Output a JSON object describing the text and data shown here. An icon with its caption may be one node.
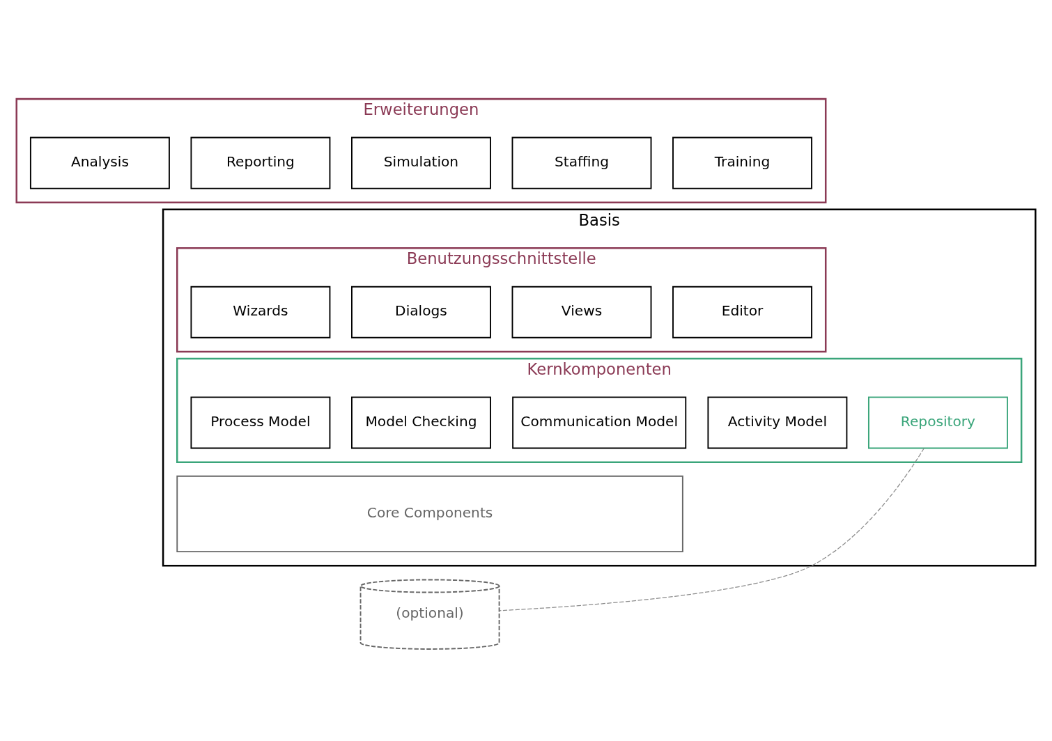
{
  "diagram": {
    "nodes": [
      {
        "text": [
          "Erweiterungen"
        ]
      },
      {
        "text": [
          "Analysis"
        ],
        "in": 0
      },
      {
        "text": [
          "Reporting"
        ],
        "in": 0
      },
      {
        "text": [
          "Simulation"
        ],
        "in": 0
      },
      {
        "text": [
          "Staffing"
        ],
        "in": 0
      },
      {
        "text": [
          "Training"
        ],
        "in": 0
      },
      {
        "text": [
          "Basis"
        ]
      },
      {
        "text": [
          "Benutzungsschnittstelle"
        ],
        "in": 6
      },
      {
        "text": [
          "Editor"
        ],
        "in": 7
      },
      {
        "text": [
          "Views"
        ],
        "in": 7
      },
      {
        "text": [
          "Dialogs"
        ],
        "in": 7
      },
      {
        "text": [
          "Wizards"
        ],
        "in": 7
      },
      {
        "text": [
          "Kernkomponenten"
        ],
        "in": 6
      },
      {
        "text": [
          "Process Model"
        ],
        "in": 12
      },
      {
        "text": [
          "Activity Model"
        ],
        "in": 12
      },
      {
        "text": [
          "Communication Model"
        ],
        "in": 12
      },
      {
        "text": [
          "Model Checking"
        ],
        "in": 12
      },
      {
        "text": [
          "Repository"
        ],
        "in": 12
      },
      {
        "text": [
          "Core Components"
        ],
        "in": 6
      },
      {
        "text": [
          "(optional)"
        ]
      }
    ],
    "edges": [
      {
        "from": 17,
        "to": 19,
        "arrow": "none",
        "style": "dashed",
        "color": "#8c8c8c"
      }
    ]
  }
}
